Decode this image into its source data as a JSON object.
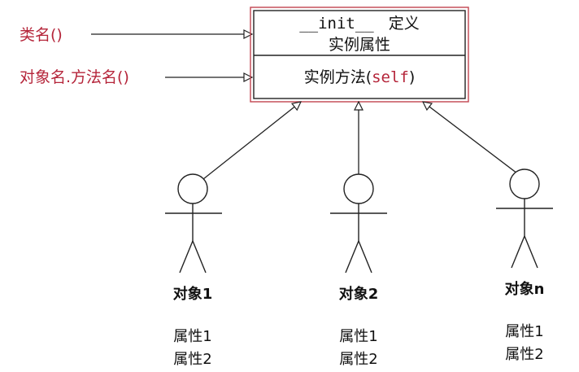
{
  "labels": {
    "class_call": "类名()",
    "method_call": "对象名.方法名()"
  },
  "class_box": {
    "init_keyword": "__init__",
    "init_suffix": "定义",
    "attributes_label": "实例属性",
    "method_prefix": "实例方法(",
    "method_param": "self",
    "method_suffix": ")"
  },
  "objects": [
    {
      "name": "对象1",
      "attr1": "属性1",
      "attr2": "属性2"
    },
    {
      "name": "对象2",
      "attr1": "属性1",
      "attr2": "属性2"
    },
    {
      "name": "对象n",
      "attr1": "属性1",
      "attr2": "属性2"
    }
  ],
  "colors": {
    "label_red": "#b5253a",
    "box_border_red": "#c2454f",
    "line": "#222222"
  }
}
